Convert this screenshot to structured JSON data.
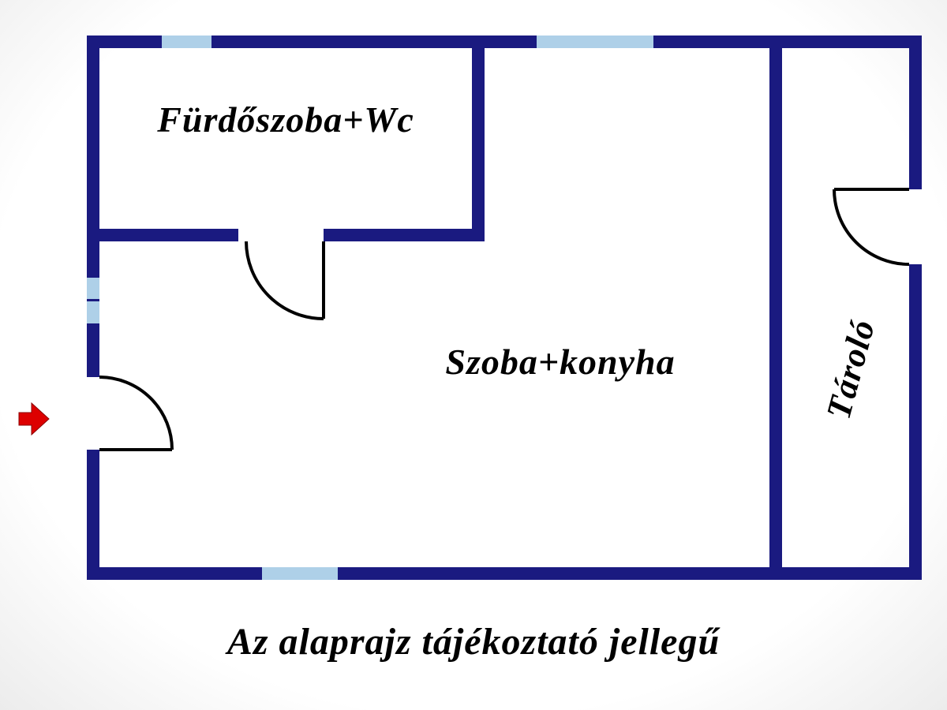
{
  "rooms": {
    "bathroom": {
      "label": "Fürdőszoba+Wc"
    },
    "living": {
      "label": "Szoba+konyha"
    },
    "storage": {
      "label": "Tároló"
    }
  },
  "caption": "Az alaprajz tájékoztató jellegű",
  "colors": {
    "wall": "#1a1a80",
    "window": "#aed0e8",
    "arrow": "#dd0000",
    "text": "#000000"
  }
}
